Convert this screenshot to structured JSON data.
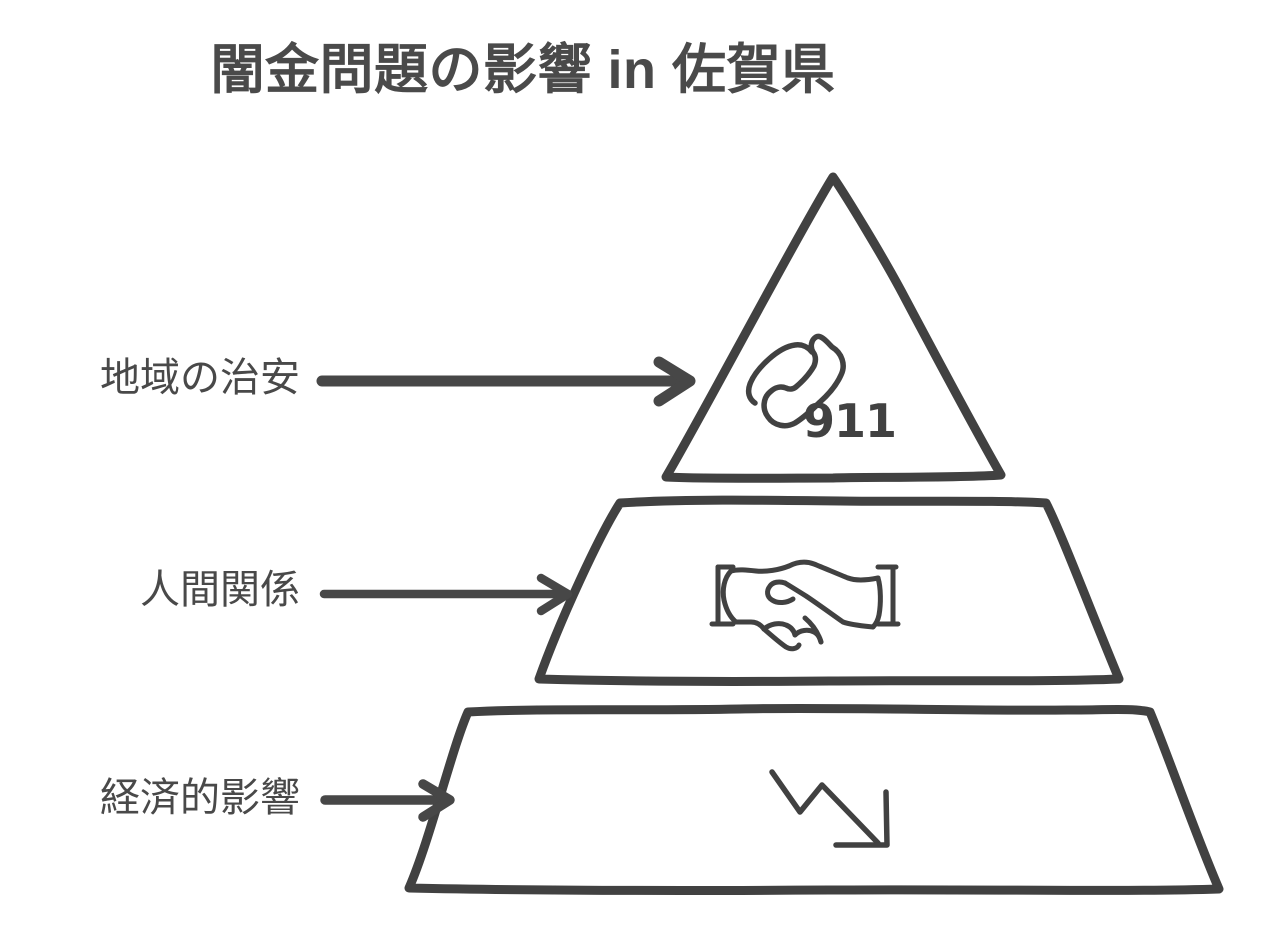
{
  "page": {
    "title": "闇金問題の影響 in 佐賀県",
    "background_color": "#ffffff",
    "ink_color": "#414141",
    "title_color": "#4a4a4a",
    "label_color": "#494949"
  },
  "diagram": {
    "type": "pyramid",
    "style": "hand-drawn outline",
    "levels": 3,
    "tiers": [
      {
        "position": "top",
        "label": "地域の治安",
        "icon": "phone-handset-icon",
        "icon_text": "911",
        "shape": "triangle"
      },
      {
        "position": "middle",
        "label": "人間関係",
        "icon": "handshake-icon",
        "icon_text": "",
        "shape": "trapezoid"
      },
      {
        "position": "bottom",
        "label": "経済的影響",
        "icon": "trend-down-arrow-icon",
        "icon_text": "",
        "shape": "trapezoid"
      }
    ],
    "connectors": [
      {
        "name": "arrow-to-top-tier",
        "from_label": "地域の治安"
      },
      {
        "name": "arrow-to-middle-tier",
        "from_label": "人間関係"
      },
      {
        "name": "arrow-to-bottom-tier",
        "from_label": "経済的影響"
      }
    ]
  }
}
